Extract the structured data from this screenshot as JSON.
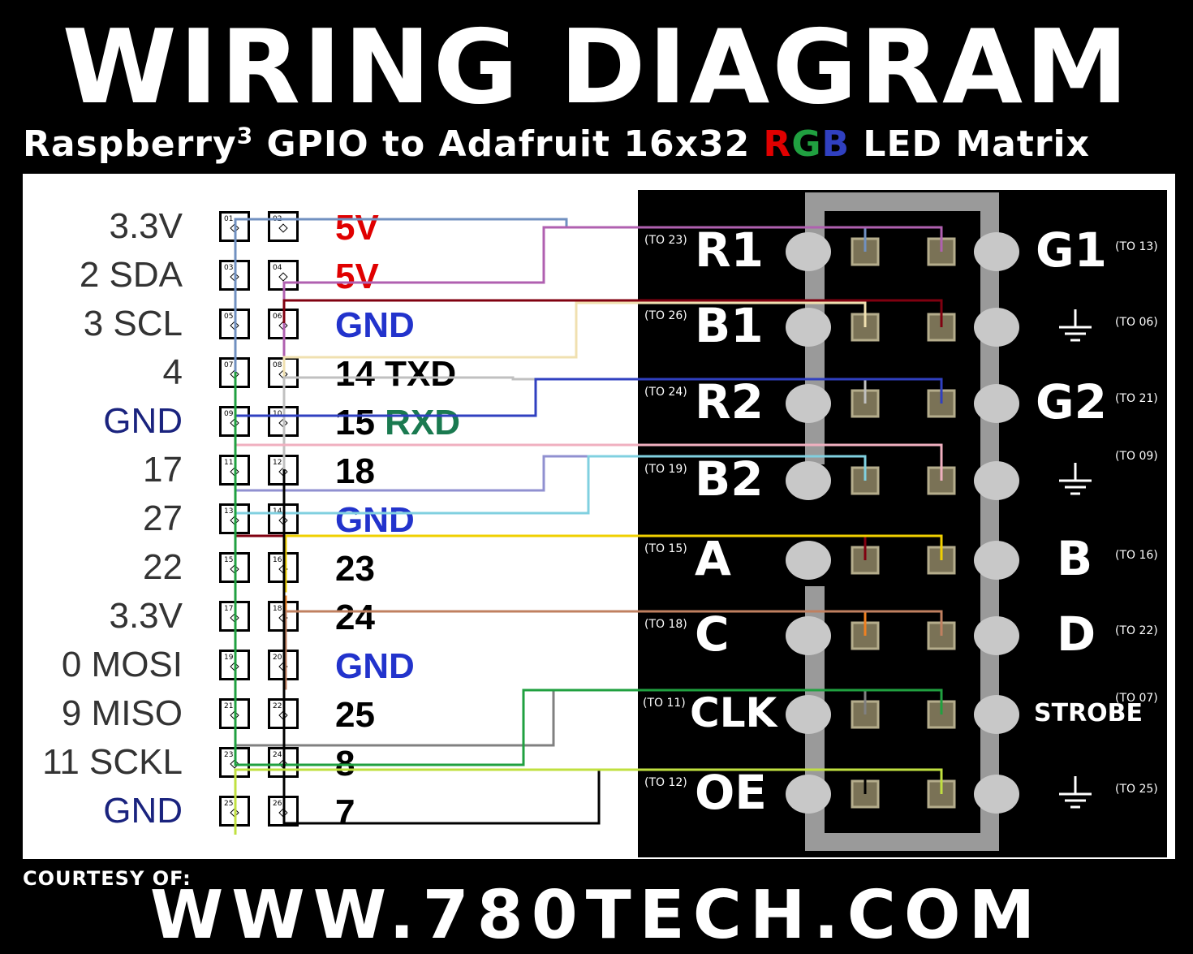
{
  "title": "WIRING DIAGRAM",
  "subtitle": {
    "pre": "Raspberry",
    "sup": "3",
    "mid": " GPIO to Adafruit 16x32 ",
    "r": "R",
    "g": "G",
    "b": "B",
    "post": " LED Matrix"
  },
  "gpio": {
    "left_labels": [
      "3.3V",
      "2 SDA",
      "3 SCL",
      "4",
      "GND",
      "17",
      "27",
      "22",
      "3.3V",
      "0 MOSI",
      "9 MISO",
      "11 SCKL",
      "GND"
    ],
    "left_colors": [
      "#333",
      "#333",
      "#333",
      "#333",
      "#1a237e",
      "#333",
      "#333",
      "#333",
      "#333",
      "#333",
      "#333",
      "#333",
      "#1a237e"
    ],
    "right_labels": [
      "5V",
      "5V",
      "GND",
      "14 TXD",
      "15 ",
      "18",
      "GND",
      "23",
      "24",
      "GND",
      "25",
      "8",
      "7"
    ],
    "right_colors": [
      "#e00000",
      "#e00000",
      "#2233cc",
      "#000",
      "#000",
      "#000",
      "#2233cc",
      "#000",
      "#000",
      "#2233cc",
      "#000",
      "#000",
      "#000"
    ],
    "rxd_suffix": "RXD",
    "pin_numbers_left": [
      "01",
      "03",
      "05",
      "07",
      "09",
      "11",
      "13",
      "15",
      "17",
      "19",
      "21",
      "23",
      "25"
    ],
    "pin_numbers_right": [
      "02",
      "04",
      "06",
      "08",
      "10",
      "12",
      "14",
      "16",
      "18",
      "20",
      "22",
      "24",
      "26"
    ]
  },
  "connector": {
    "left_labels": [
      "R1",
      "B1",
      "R2",
      "B2",
      "A",
      "C",
      "CLK",
      "OE"
    ],
    "left_notes": [
      "(TO 23)",
      "(TO 26)",
      "(TO 24)",
      "(TO 19)",
      "(TO 15)",
      "(TO 18)",
      "(TO 11)",
      "(TO 12)"
    ],
    "right_labels": [
      "G1",
      "",
      "G2",
      "",
      "B",
      "D",
      "STROBE",
      ""
    ],
    "right_notes": [
      "(TO 13)",
      "(TO 06)",
      "(TO 21)",
      "(TO 09)",
      "(TO 16)",
      "(TO 22)",
      "(TO 07)",
      "(TO 25)"
    ],
    "ground_icon": "ground-icon"
  },
  "colors": {
    "red": "#e00000",
    "green": "#20a040",
    "blue": "#3040c0"
  },
  "footer": {
    "courtesy": "COURTESY OF:",
    "url": "WWW.780TECH.COM"
  }
}
